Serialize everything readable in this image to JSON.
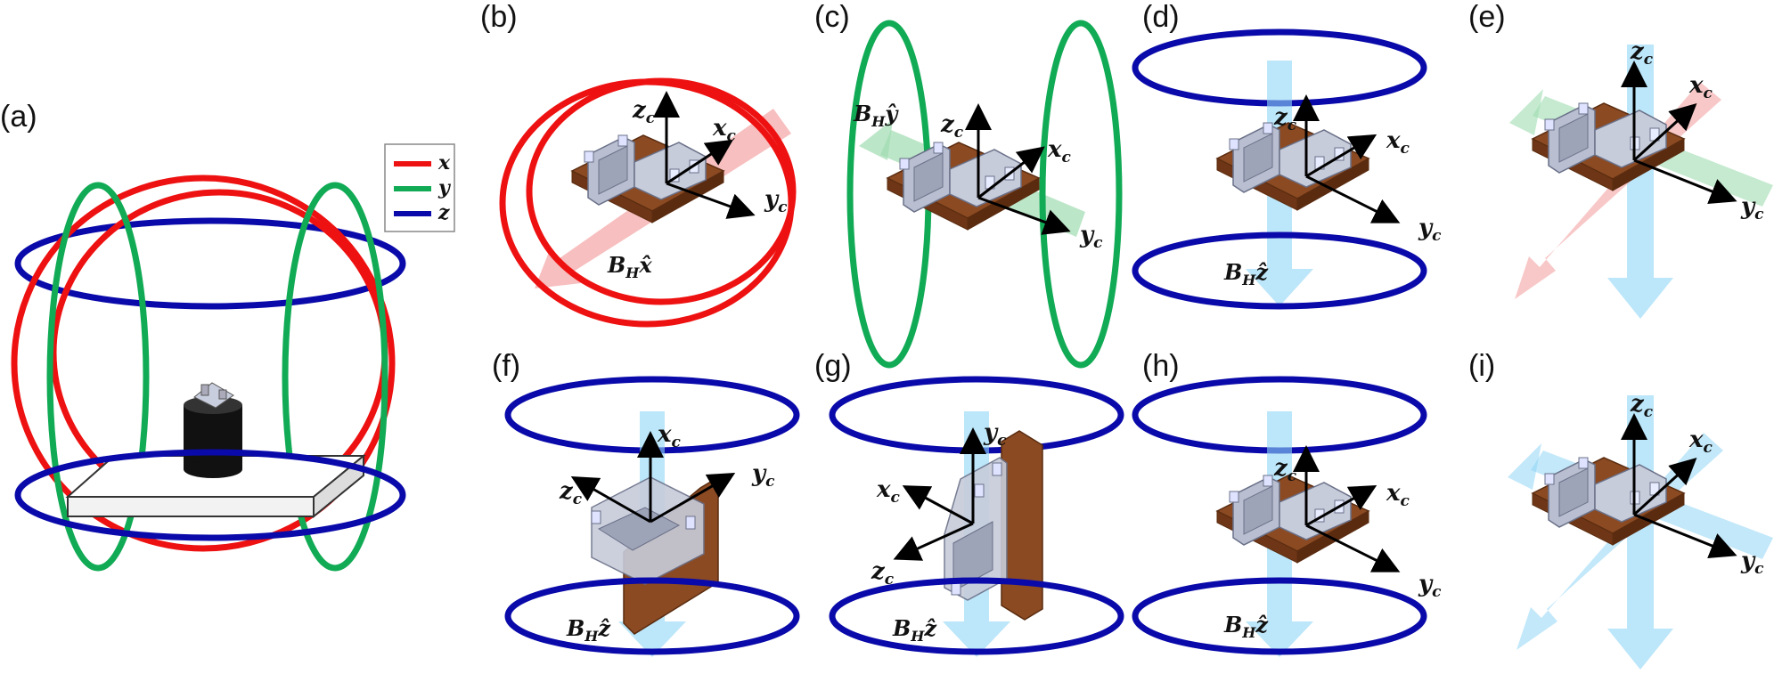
{
  "colors": {
    "x": "#ee1111",
    "y": "#11aa55",
    "z": "#0a0aaa",
    "field_z": "#8fd6f5",
    "field_x": "#f4a4a4",
    "field_y": "#9fdcb0",
    "base": "#8b4a22",
    "bracket": "#b9bfd0"
  },
  "panel_labels": {
    "a": "(a)",
    "b": "(b)",
    "c": "(c)",
    "d": "(d)",
    "e": "(e)",
    "f": "(f)",
    "g": "(g)",
    "h": "(h)",
    "i": "(i)"
  },
  "legend": [
    {
      "label": "x",
      "color_key": "x"
    },
    {
      "label": "y",
      "color_key": "y"
    },
    {
      "label": "z",
      "color_key": "z"
    }
  ],
  "axes": {
    "x_label": "x",
    "y_label": "y",
    "z_label": "z",
    "subscript": "c"
  },
  "field_labels": {
    "b": "B",
    "b_sub": "H",
    "x_hat": "x̂",
    "y_hat": "ŷ",
    "z_hat": "ẑ"
  },
  "icons": {
    "coil": "ellipse-coil-icon",
    "arrow": "field-arrow-icon",
    "specimen": "bracket-specimen-icon"
  }
}
